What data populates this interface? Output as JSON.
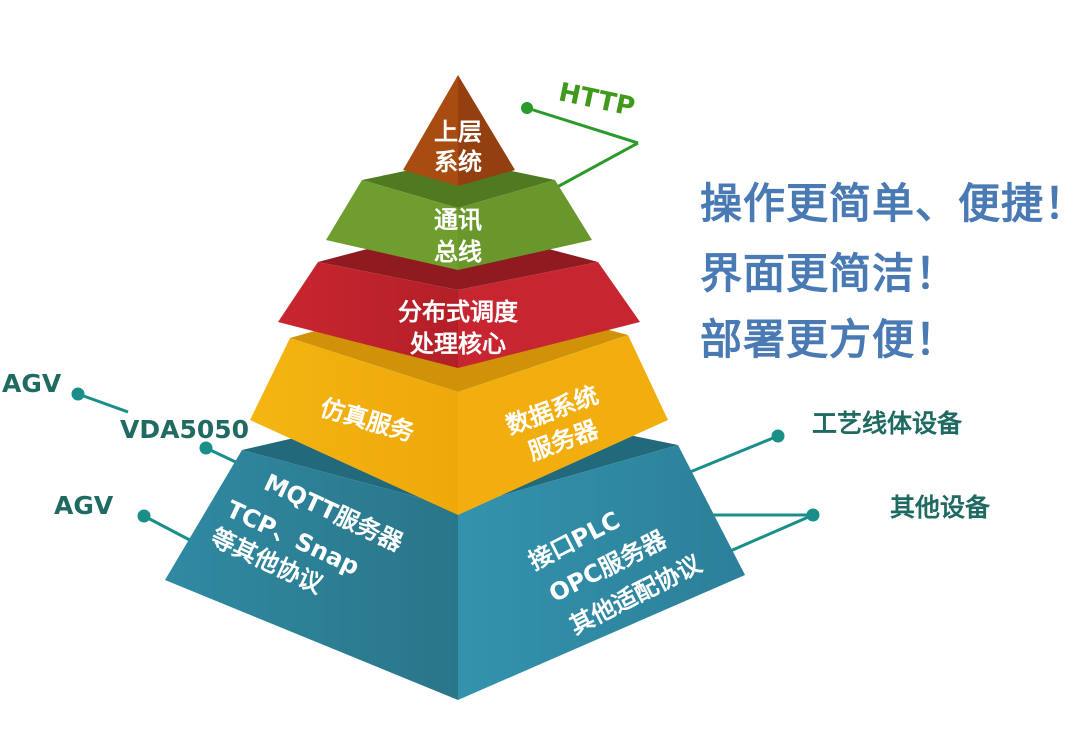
{
  "pyramid": {
    "tiers": [
      {
        "id": "top",
        "lines": [
          "上层",
          "系统"
        ],
        "color": "#a24a12"
      },
      {
        "id": "bus",
        "lines": [
          "通讯",
          "总线"
        ],
        "color": "#6c9b2c"
      },
      {
        "id": "core",
        "lines": [
          "分布式调度",
          "处理核心"
        ],
        "color": "#c0252d"
      },
      {
        "id": "services",
        "left_lines": [
          "仿真服务"
        ],
        "right_lines": [
          "数据系统",
          "服务器"
        ],
        "color": "#f0ac0c"
      },
      {
        "id": "base",
        "left_lines": [
          "MQTT服务器",
          "TCP、Snap",
          "等其他协议"
        ],
        "right_lines": [
          "接口PLC",
          "OPC服务器",
          "其他适配协议"
        ],
        "color": "#2e87a0"
      }
    ]
  },
  "connectors": {
    "http": {
      "label": "HTTP",
      "color": "#2a9a2a"
    },
    "left": [
      {
        "label": "AGV"
      },
      {
        "label": "VDA5050"
      },
      {
        "label": "AGV"
      }
    ],
    "right": [
      {
        "label": "工艺线体设备"
      },
      {
        "label": "其他设备"
      }
    ],
    "color": "#1a8f8a"
  },
  "slogans": [
    "操作更简单、便捷！",
    "界面更简洁！",
    "部署更方便！"
  ]
}
